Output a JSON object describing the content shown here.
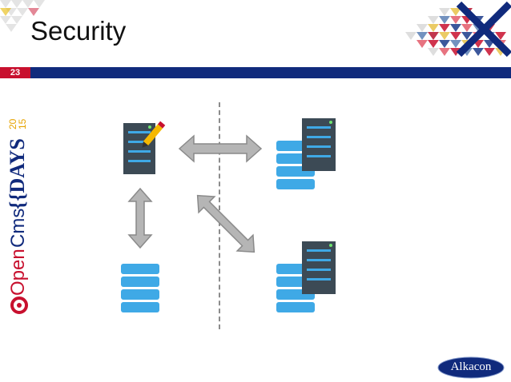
{
  "slide": {
    "title": "Security",
    "number": "23"
  },
  "branding": {
    "event_logo_text": "OpenCms DAYS 2015",
    "company_logo_text": "Alkacon"
  },
  "colors": {
    "navy": "#102a7c",
    "red": "#c8102e",
    "server_dark": "#3c4a55",
    "server_blue": "#3fa9e6",
    "arrow_gray": "#b5b5b5"
  },
  "diagram": {
    "nodes": [
      {
        "id": "edit-server",
        "icon": "server-with-pencil-icon"
      },
      {
        "id": "database",
        "icon": "database-icon"
      },
      {
        "id": "server-db-top",
        "icon": "server-database-icon"
      },
      {
        "id": "server-db-bottom",
        "icon": "server-database-icon"
      }
    ],
    "arrows": [
      "horizontal-double-arrow",
      "vertical-double-arrow",
      "diagonal-double-arrow"
    ],
    "separator": "dashed-vertical-line"
  }
}
